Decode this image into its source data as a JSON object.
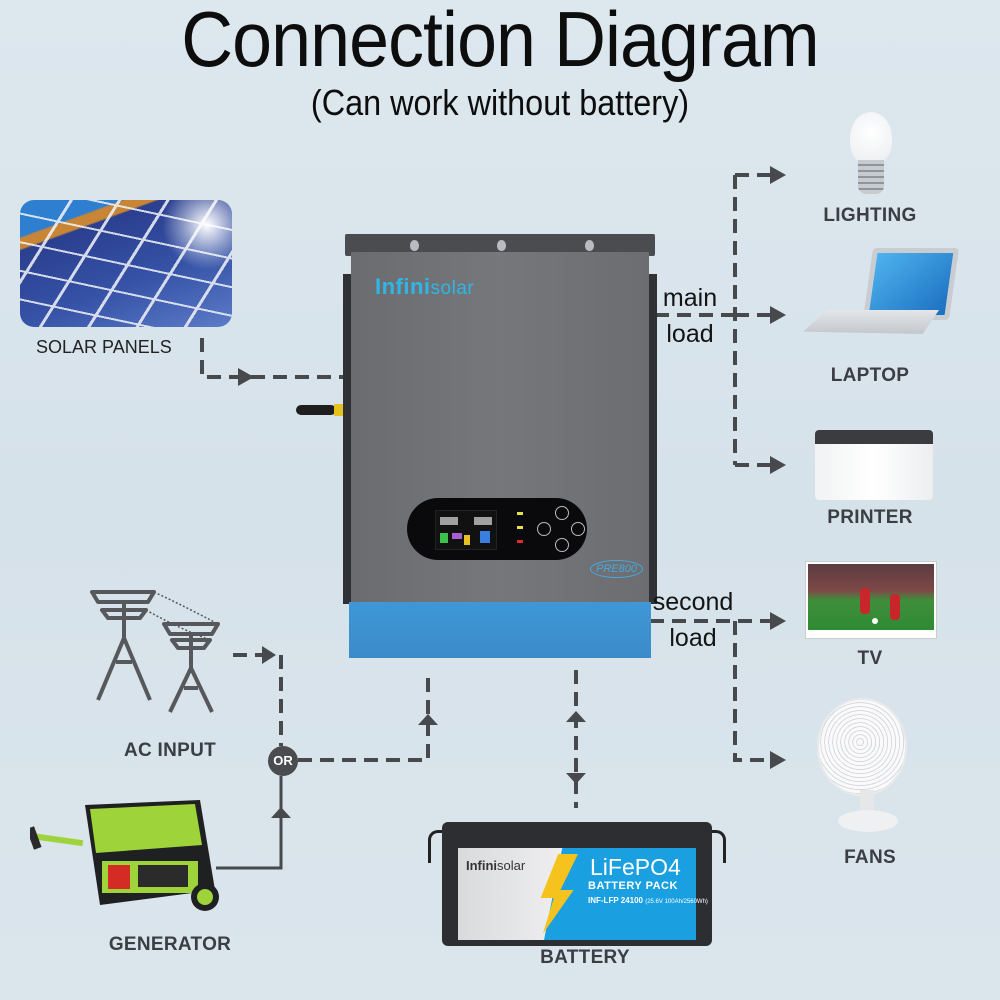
{
  "header": {
    "title": "Connection Diagram",
    "subtitle": "(Can work without battery)"
  },
  "inverter": {
    "brand_prefix": "Infini",
    "brand_suffix": "solar",
    "model": "PRE800"
  },
  "sources": {
    "solar_panels": "SOLAR PANELS",
    "ac_input": "AC INPUT",
    "generator": "GENERATOR",
    "or_badge": "OR"
  },
  "battery": {
    "label": "BATTERY",
    "brand_prefix": "Infini",
    "brand_suffix": "solar",
    "chemistry": "LiFePO4",
    "pack": "BATTERY PACK",
    "model": "INF-LFP 24100",
    "spec": "(25.6V 100Ah/2560Wh)"
  },
  "loads": {
    "main_load_line1": "main",
    "main_load_line2": "load",
    "second_load_line1": "second",
    "second_load_line2": "load",
    "devices": [
      {
        "label": "LIGHTING",
        "icon": "light-bulb-icon"
      },
      {
        "label": "LAPTOP",
        "icon": "laptop-icon"
      },
      {
        "label": "PRINTER",
        "icon": "printer-icon"
      },
      {
        "label": "TV",
        "icon": "tv-icon"
      },
      {
        "label": "FANS",
        "icon": "fan-icon"
      }
    ]
  },
  "colors": {
    "line": "#47494d",
    "inverter_blue": "#3e93d2",
    "brand_cyan": "#2fb6e8",
    "battery_blue": "#1aa0e0",
    "bolt_yellow": "#f6c21e"
  }
}
